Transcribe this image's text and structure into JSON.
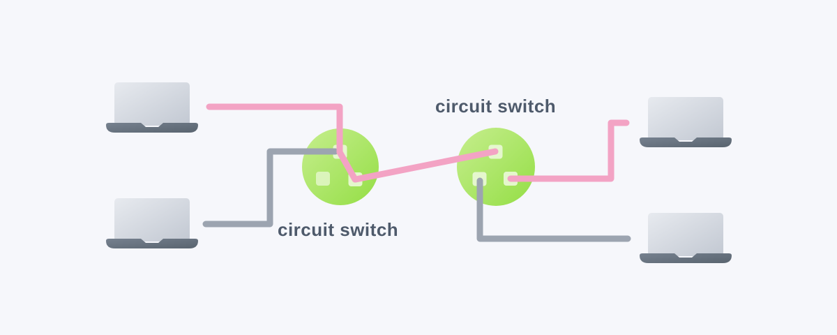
{
  "labels": {
    "switch_left": "circuit switch",
    "switch_right": "circuit switch"
  },
  "colors": {
    "background": "#f6f7fb",
    "line_pink": "#f3a3c4",
    "line_gray": "#9ca4b0",
    "switch_green_light": "#c6ee8e",
    "switch_green_dark": "#94de45",
    "port_fill": "#e9f8d6",
    "label_text": "#4e5a6b",
    "screen_light": "#e7eaef",
    "screen_dark": "#c2c8d2",
    "base_light": "#76818f",
    "base_dark": "#59646f"
  },
  "nodes": {
    "laptops": [
      {
        "icon": "laptop-icon",
        "position": "top-left"
      },
      {
        "icon": "laptop-icon",
        "position": "bottom-left"
      },
      {
        "icon": "laptop-icon",
        "position": "top-right"
      },
      {
        "icon": "laptop-icon",
        "position": "bottom-right"
      }
    ],
    "switches": [
      {
        "icon": "circuit-switch-icon",
        "label": "circuit switch",
        "label_position": "below",
        "ports": 3
      },
      {
        "icon": "circuit-switch-icon",
        "label": "circuit switch",
        "label_position": "above",
        "ports": 3
      }
    ]
  },
  "connections": [
    {
      "from": "laptop-top-left",
      "to": "switch-left-top-port",
      "color": "pink"
    },
    {
      "from": "laptop-bottom-left",
      "to": "switch-left-top-port",
      "color": "gray"
    },
    {
      "from": "switch-left-top-port",
      "to": "switch-left-bottom-right-port",
      "color": "pink",
      "kind": "internal-circuit"
    },
    {
      "from": "switch-left-bottom-right-port",
      "to": "switch-right-top-port",
      "color": "pink"
    },
    {
      "from": "switch-right-bottom-right-port",
      "to": "laptop-top-right",
      "color": "pink"
    },
    {
      "from": "switch-right-bottom-left-port",
      "to": "laptop-bottom-right",
      "color": "gray"
    }
  ]
}
